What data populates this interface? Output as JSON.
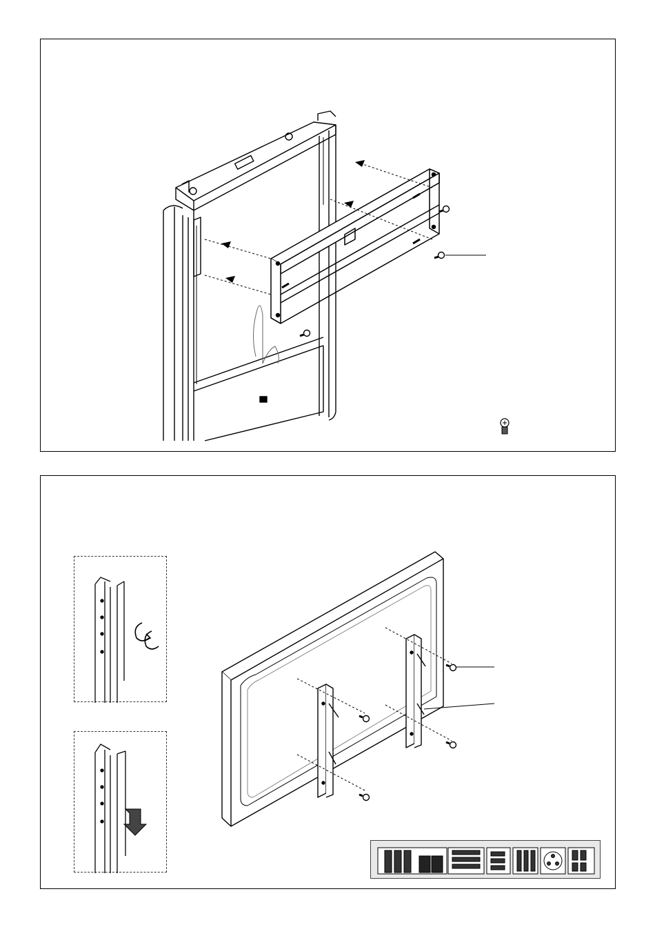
{
  "document": {
    "type": "mounting-instruction-page",
    "steps": [
      {
        "id": "step-1",
        "figure": "frame-bracket-to-stand",
        "callouts": [],
        "hardware_icons": [
          "screw-icon"
        ]
      },
      {
        "id": "step-2",
        "figure": "vertical-brackets-to-display",
        "callouts": [],
        "details": [
          "rotate-lock-detail",
          "slide-down-detail"
        ],
        "hardware_icons": [
          "hardware-tray-icon"
        ]
      }
    ]
  },
  "colors": {
    "line": "#000000",
    "fill": "#ffffff",
    "shade": "#d9d9d9",
    "dark": "#444444"
  }
}
